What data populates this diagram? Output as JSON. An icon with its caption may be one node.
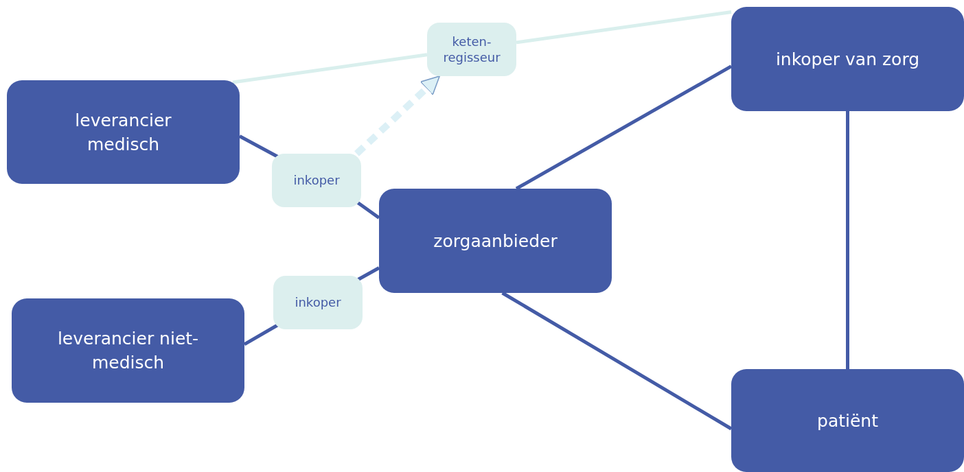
{
  "diagram": {
    "nodes": [
      {
        "text": [
          "keten-regisseur"
        ]
      },
      {
        "text": [
          "inkoper van zorg"
        ]
      },
      {
        "text": [
          "leverancier medisch"
        ]
      },
      {
        "text": [
          "inkoper"
        ]
      },
      {
        "text": [
          "zorgaanbieder"
        ]
      },
      {
        "text": [
          "inkoper"
        ]
      },
      {
        "text": [
          "leverancier niet-medisch"
        ]
      },
      {
        "text": [
          "patiënt"
        ]
      }
    ],
    "edges": [
      {
        "from": 2,
        "to": 3,
        "arrow": "none"
      },
      {
        "from": 3,
        "to": 4,
        "arrow": "none"
      },
      {
        "from": 4,
        "to": 5,
        "arrow": "none"
      },
      {
        "from": 5,
        "to": 6,
        "arrow": "none"
      },
      {
        "from": 4,
        "to": 1,
        "arrow": "none"
      },
      {
        "from": 4,
        "to": 7,
        "arrow": "none"
      },
      {
        "from": 1,
        "to": 7,
        "arrow": "none"
      },
      {
        "from": 2,
        "to": 0,
        "arrow": "none",
        "color": "#d9efed"
      },
      {
        "from": 0,
        "to": 1,
        "arrow": "none",
        "color": "#d9efed"
      },
      {
        "from": 3,
        "to": 0,
        "arrow": "to",
        "style": "dashed",
        "color": "#dcf0f6"
      }
    ]
  }
}
